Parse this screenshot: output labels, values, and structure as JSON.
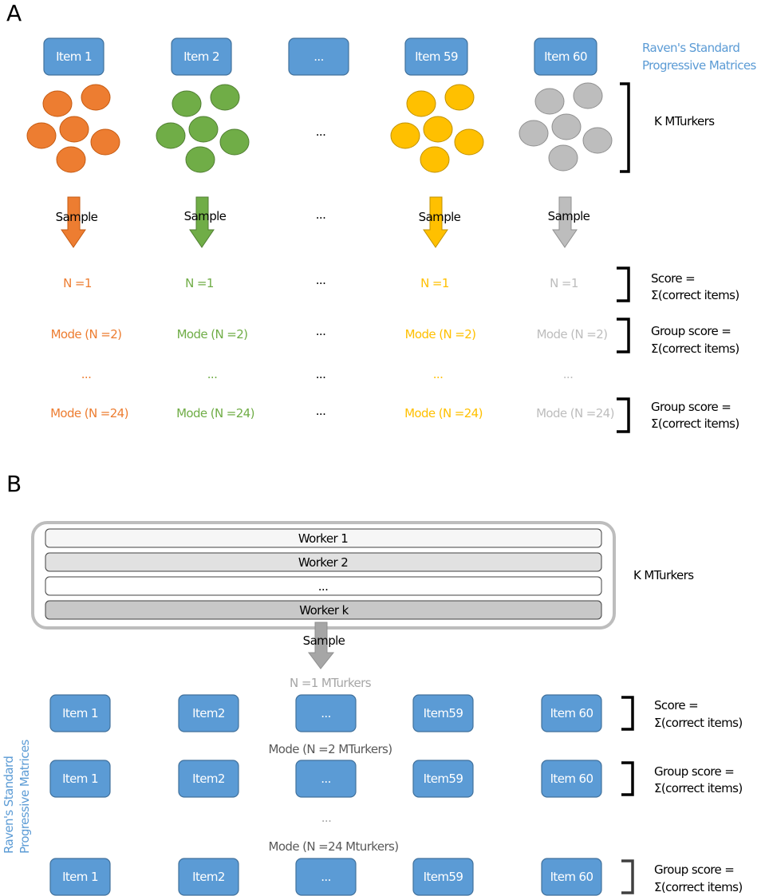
{
  "panel_a": {
    "label": "A",
    "columns": [
      {
        "item": "Item 1",
        "color": "#ed7d31",
        "stroke": "#c55a11",
        "sample": "Sample",
        "n1": "N =1",
        "mode2": "Mode (N =2)",
        "ellipsis": "...",
        "mode24": "Mode (N =24)"
      },
      {
        "item": "Item 2",
        "color": "#70ad47",
        "stroke": "#507e32",
        "sample": "Sample",
        "n1": "N =1",
        "mode2": "Mode (N =2)",
        "ellipsis": "...",
        "mode24": "Mode (N =24)"
      },
      {
        "item": "...",
        "color": "",
        "stroke": "",
        "sample": "...",
        "n1": "...",
        "mode2": "...",
        "ellipsis": "...",
        "mode24": "...",
        "crowd": "..."
      },
      {
        "item": "Item 59",
        "color": "#ffc000",
        "stroke": "#bf9000",
        "sample": "Sample",
        "n1": "N =1",
        "mode2": "Mode (N =2)",
        "ellipsis": "...",
        "mode24": "Mode (N =24)"
      },
      {
        "item": "Item 60",
        "color": "#bdbdbd",
        "stroke": "#8f8f8f",
        "sample": "Sample",
        "n1": "N =1",
        "mode2": "Mode (N =2)",
        "ellipsis": "...",
        "mode24": "Mode (N =24)"
      }
    ],
    "raven_line1": "Raven's Standard",
    "raven_line2": "Progressive Matrices",
    "kmturkers": "K MTurkers",
    "score_line1": "Score =",
    "score_line2": "Σ(correct items)",
    "group_line1": "Group score =",
    "group_line2": "Σ(correct items)"
  },
  "panel_b": {
    "label": "B",
    "workers": [
      "Worker 1",
      "Worker 2",
      "...",
      "Worker k"
    ],
    "kmturkers": "K MTurkers",
    "sample": "Sample",
    "row_labels": [
      "N =1 MTurkers",
      "Mode (N =2 MTurkers)",
      "...",
      "Mode (N =24 Mturkers)"
    ],
    "items": [
      "Item 1",
      "Item2",
      "...",
      "Item59",
      "Item 60"
    ],
    "side_line1": "Raven's Standard",
    "side_line2": "Progressive Matrices",
    "score_line1": "Score =",
    "score_line2": "Σ(correct items)",
    "group_line1": "Group score =",
    "group_line2": "Σ(correct items)"
  },
  "colors": {
    "item_fill": "#5b9bd5",
    "raven_text": "#5b9bd5",
    "grey_text": "#a6a6a6",
    "dark_grey_text": "#595959"
  }
}
